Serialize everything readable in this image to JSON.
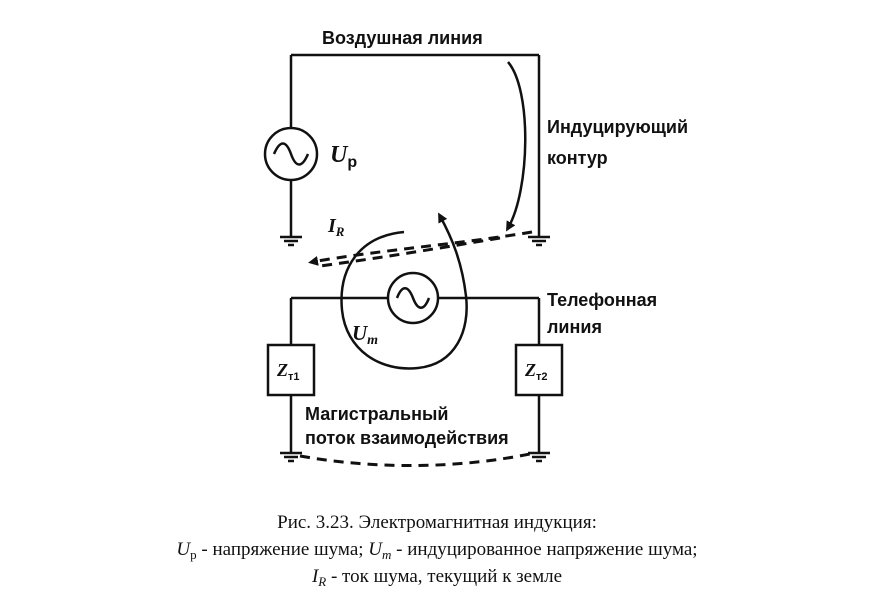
{
  "labels": {
    "overhead_line": "Воздушная линия",
    "inducing_loop_1": "Индуцирующий",
    "inducing_loop_2": "контур",
    "phone_line_1": "Телефонная",
    "phone_line_2": "линия",
    "trunk_flux_1": "Магистральный",
    "trunk_flux_2": "поток взаимодействия",
    "up_main": "U",
    "up_sub": "р",
    "ir_main": "I",
    "ir_sub": "R",
    "um_main": "U",
    "um_sub": "m",
    "zt1_main": "Z",
    "zt1_sub": "т1",
    "zt2_main": "Z",
    "zt2_sub": "т2"
  },
  "caption": {
    "line1": "Рис. 3.23. Электромагнитная индукция:",
    "line2_up": "U",
    "line2_up_sub": "р",
    "line2_a": " - напряжение шума; ",
    "line2_um": "U",
    "line2_um_sub": "m",
    "line2_b": " - индуцированное напряжение шума;",
    "line3_ir": "I",
    "line3_ir_sub": "R",
    "line3_text": " - ток шума, текущий к земле"
  }
}
